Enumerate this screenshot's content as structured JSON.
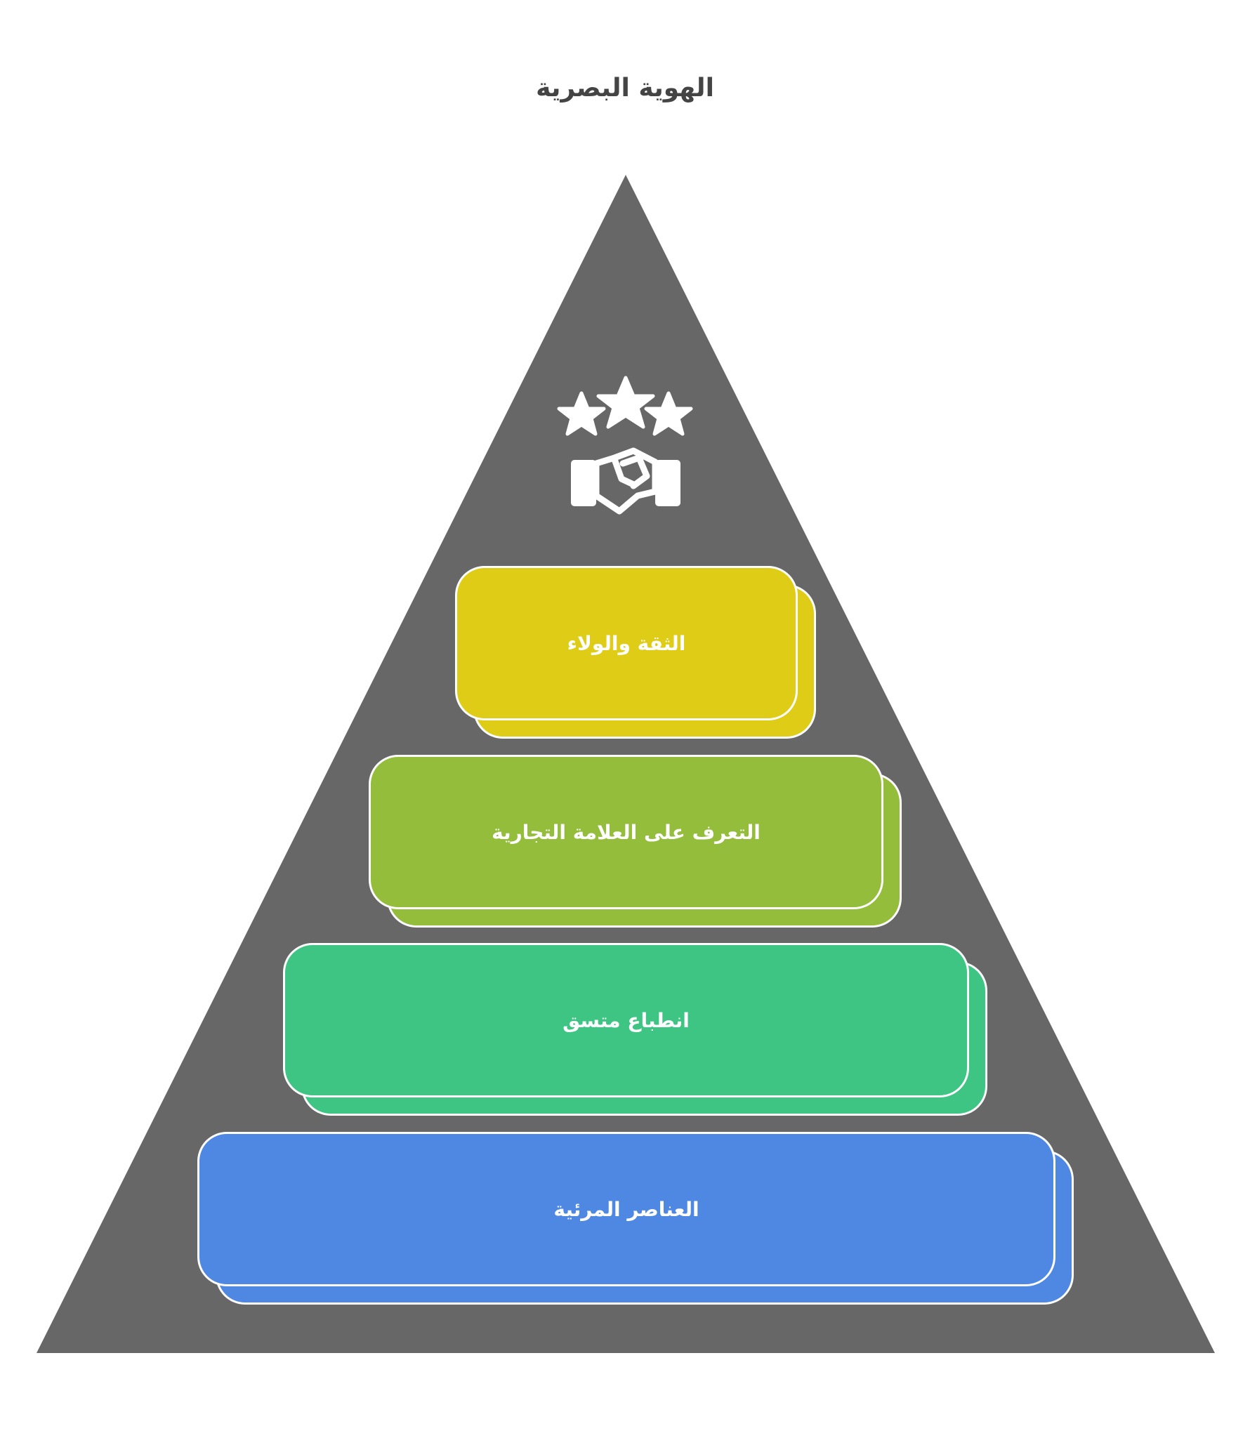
{
  "title": "الهوية البصرية",
  "colors": {
    "pyramid": "#676767",
    "yellow": "#DFCC17",
    "olive": "#93BD3A",
    "green": "#3EC584",
    "blue": "#4E88E3"
  },
  "top_icon": "stars-handshake-icon",
  "layers": [
    {
      "label": "الثقة والولاء",
      "color": "#DFCC17"
    },
    {
      "label": "التعرف على العلامة التجارية",
      "color": "#93BD3A"
    },
    {
      "label": "انطباع متسق",
      "color": "#3EC584"
    },
    {
      "label": "العناصر المرئية",
      "color": "#4E88E3"
    }
  ]
}
